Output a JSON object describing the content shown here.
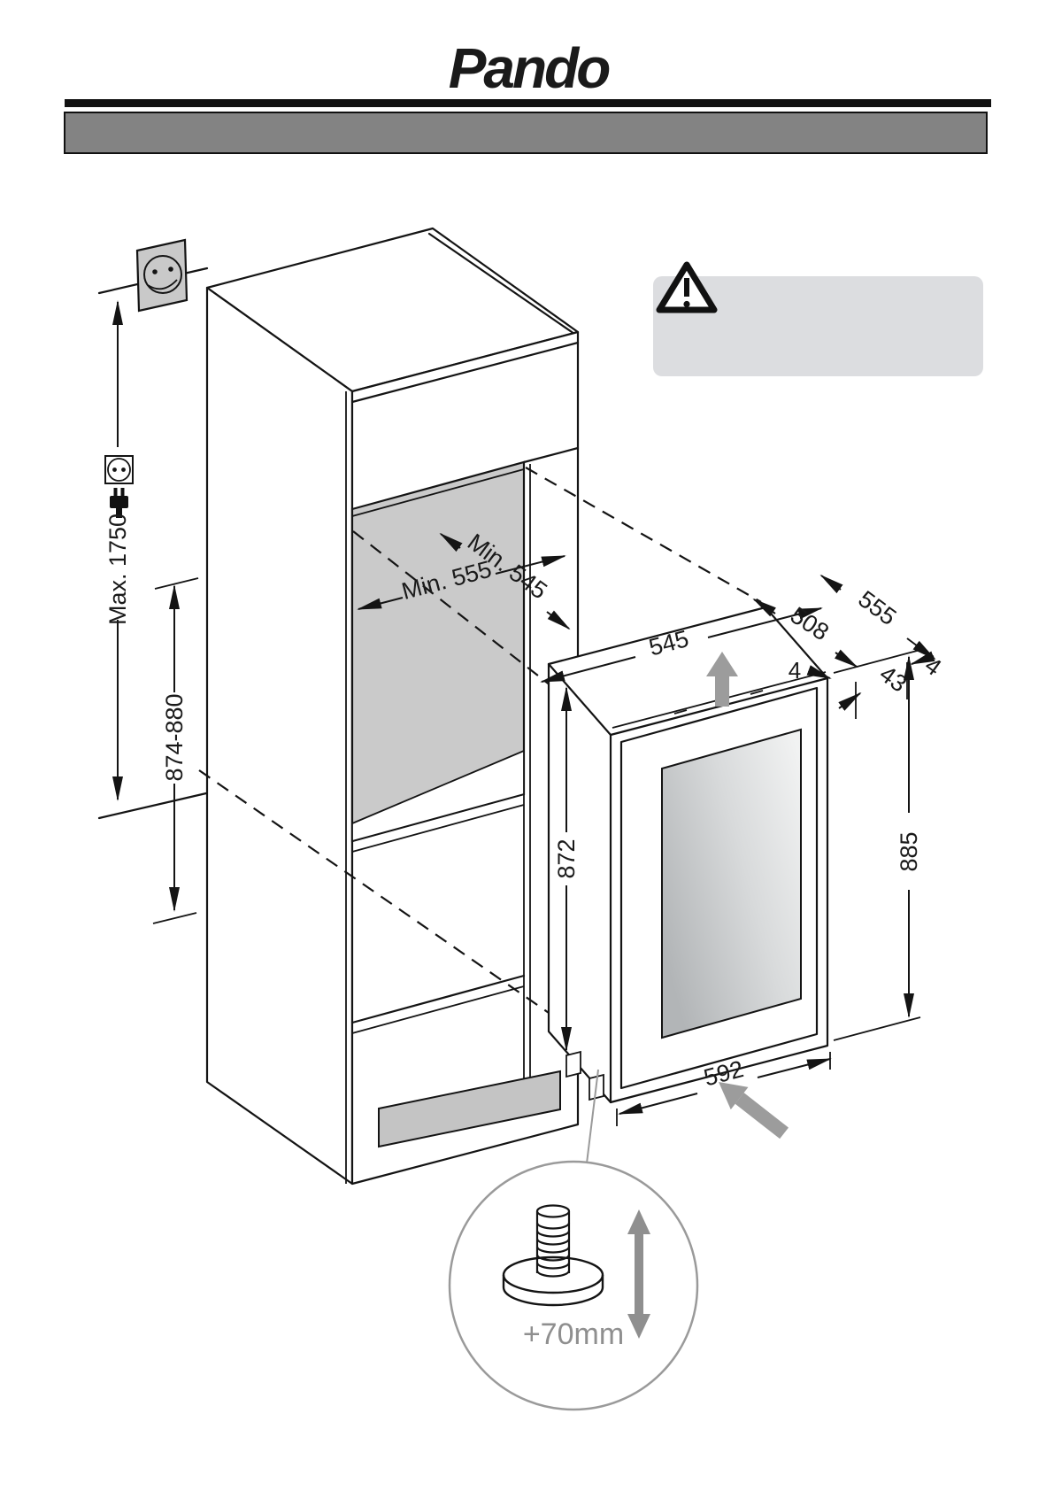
{
  "page": {
    "title": "Pando"
  },
  "colors": {
    "header_bar_gray": "#838383",
    "niche_gray": "#cacaca",
    "socket_panel_gray": "#c9c9c9",
    "plinth_gray": "#c4c4c4",
    "warning_box_gray": "#dcdde0",
    "gray_arrow": "#9c9c9c",
    "detail_gray": "#9a9a9a",
    "line_color": "#141414"
  },
  "dimensions": {
    "max_socket_height": "Max. 1750",
    "niche_height": "874-880",
    "niche_width_min": "Min. 555",
    "niche_depth_min": "Min. 545",
    "appliance_width": "545",
    "appliance_depth_body": "508",
    "appliance_depth_total": "555",
    "top_gap": "4",
    "door_thickness": "43",
    "rear_gap": "4",
    "appliance_height": "872",
    "appliance_total_height": "885",
    "door_width": "592",
    "foot_adjustment": "+70mm"
  }
}
